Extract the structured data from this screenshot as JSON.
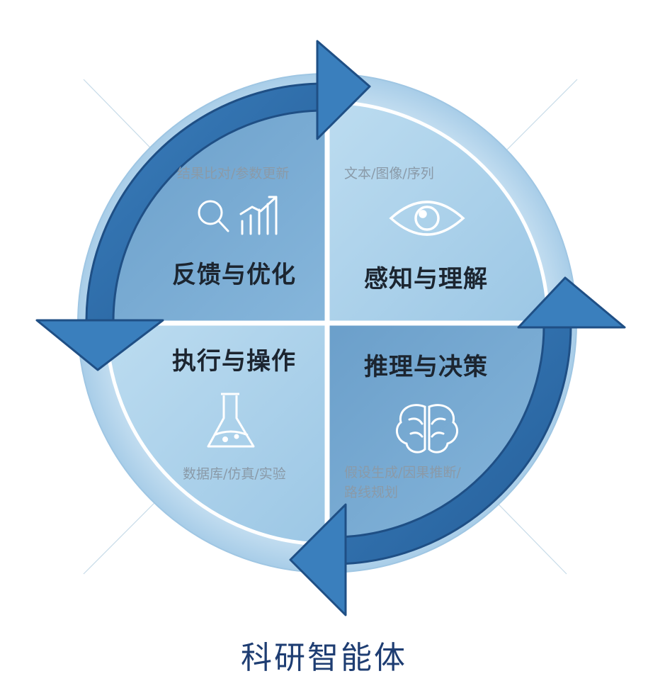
{
  "quadrants": {
    "top_left": {
      "title": "反馈与优化",
      "subtitle": "结果比对/参数更新",
      "icon": "search-trend-icon"
    },
    "top_right": {
      "title": "感知与理解",
      "subtitle": "文本/图像/序列",
      "icon": "eye-icon"
    },
    "bottom_left": {
      "title": "执行与操作",
      "subtitle": "数据库/仿真/实验",
      "icon": "flask-icon"
    },
    "bottom_right": {
      "title": "推理与决策",
      "subtitle_line1": "假设生成/因果推断/",
      "subtitle_line2": "路线规划",
      "icon": "brain-icon"
    }
  },
  "caption": "科研智能体",
  "colors": {
    "arrow": "#2f70ad",
    "quadrant_dark": "#75a8d0",
    "quadrant_light": "#a9d0e9",
    "ring": "#cfe4f3",
    "caption": "#1e3d72"
  }
}
